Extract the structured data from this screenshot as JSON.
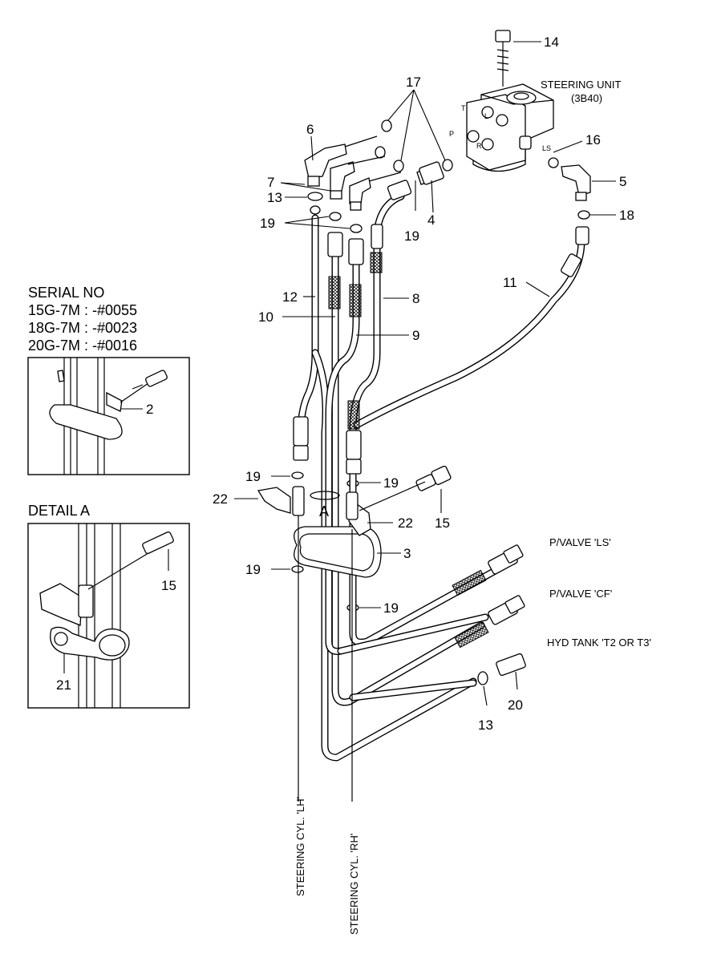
{
  "title": {
    "unit_name": "STEERING UNIT",
    "unit_code": "(3B40)"
  },
  "ports": {
    "t": "T",
    "l": "L",
    "p": "P",
    "r": "R",
    "ls": "LS"
  },
  "serial": {
    "heading": "SERIAL NO",
    "rows": [
      "15G-7M : -#0055",
      "18G-7M : -#0023",
      "20G-7M : -#0016"
    ]
  },
  "detail": {
    "heading": "DETAIL A",
    "marker": "A"
  },
  "destinations": {
    "pvalve_ls": "P/VALVE 'LS'",
    "pvalve_cf": "P/VALVE 'CF'",
    "hyd_tank": "HYD TANK 'T2 OR T3'",
    "cyl_lh": "STEERING CYL. 'LH'",
    "cyl_rh": "STEERING CYL. 'RH'"
  },
  "callouts": {
    "c14": "14",
    "c17": "17",
    "c6": "6",
    "c16": "16",
    "c7": "7",
    "c5": "5",
    "c13a": "13",
    "c19a": "19",
    "c19b": "19",
    "c4": "4",
    "c18": "18",
    "c11": "11",
    "c12": "12",
    "c8": "8",
    "c10": "10",
    "c9": "9",
    "c2": "2",
    "c19c": "19",
    "c19d": "19",
    "c22a": "22",
    "c22b": "22",
    "c15a": "15",
    "c3": "3",
    "c19e": "19",
    "c19f": "19",
    "c15b": "15",
    "c21": "21",
    "c13b": "13",
    "c20": "20"
  }
}
